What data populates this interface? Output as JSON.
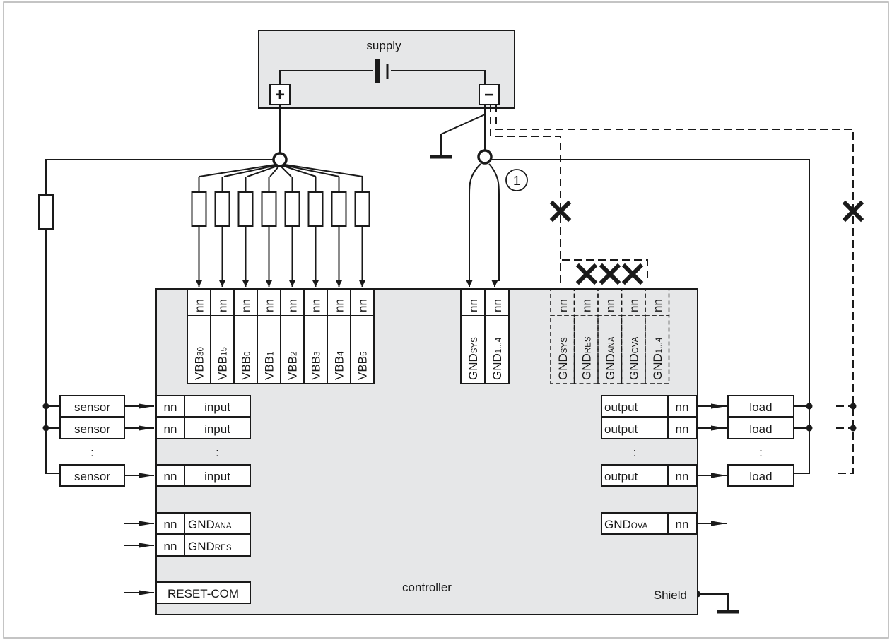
{
  "supply": {
    "label": "supply",
    "plus": "+",
    "minus": "−"
  },
  "controller": {
    "label": "controller",
    "shield": "Shield"
  },
  "annotation": "1",
  "pin": "nn",
  "vbb": [
    {
      "base": "VBB",
      "sub": "30"
    },
    {
      "base": "VBB",
      "sub": "15"
    },
    {
      "base": "VBB",
      "sub": "0"
    },
    {
      "base": "VBB",
      "sub": "1"
    },
    {
      "base": "VBB",
      "sub": "2"
    },
    {
      "base": "VBB",
      "sub": "3"
    },
    {
      "base": "VBB",
      "sub": "4"
    },
    {
      "base": "VBB",
      "sub": "5"
    }
  ],
  "gnd_center": [
    {
      "base": "GND",
      "sub": "SYS"
    },
    {
      "base": "GND",
      "sub": "1...4"
    }
  ],
  "gnd_dashed": [
    {
      "base": "GND",
      "sub": "SYS"
    },
    {
      "base": "GND",
      "sub": "RES"
    },
    {
      "base": "GND",
      "sub": "ANA"
    },
    {
      "base": "GND",
      "sub": "OVA"
    },
    {
      "base": "GND",
      "sub": "1...4"
    }
  ],
  "sensor_label": "sensor",
  "input_label": "input",
  "output_label": "output",
  "load_label": "load",
  "ellipsis": ":",
  "gnd_ana": {
    "base": "GND",
    "sub": "ANA"
  },
  "gnd_res": {
    "base": "GND",
    "sub": "RES"
  },
  "gnd_ova": {
    "base": "GND",
    "sub": "OVA"
  },
  "reset_com": "RESET-COM"
}
